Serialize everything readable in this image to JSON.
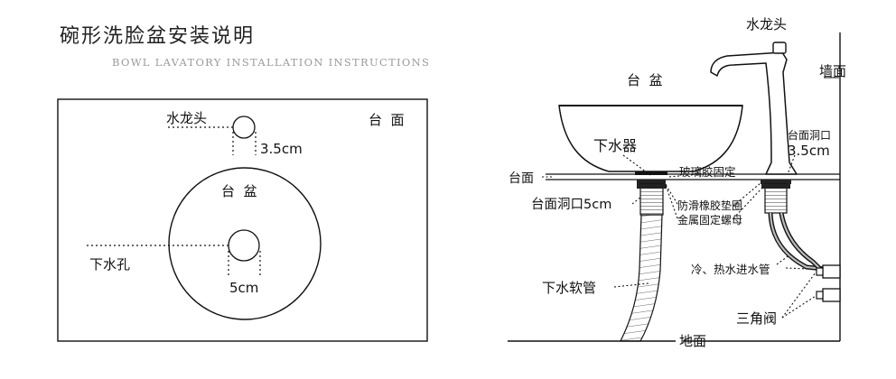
{
  "header": {
    "title": "碗形洗脸盆安装说明",
    "subtitle": "BOWL LAVATORY INSTALLATION INSTRUCTIONS"
  },
  "plan_view": {
    "faucet_label": "水龙头",
    "faucet_hole_size": "3.5cm",
    "counter_label": "台  面",
    "basin_label": "台  盆",
    "drain_label": "下水孔",
    "drain_hole_size": "5cm"
  },
  "section_view": {
    "faucet_label": "水龙头",
    "wall_label": "墙面",
    "basin_label": "台  盆",
    "counter_hole_label": "台面洞口",
    "counter_hole_size": "3.5cm",
    "drain_fitting_label": "下水器",
    "counter_label": "台面",
    "glue_label": "玻璃胶固定",
    "drain_hole_label": "台面洞口5cm",
    "gasket_label": "防滑橡胶垫圈",
    "nut_label": "金属固定螺母",
    "supply_pipe_label": "冷、热水进水管",
    "drain_hose_label": "下水软管",
    "angle_valve_label": "三角阀",
    "floor_label": "地面"
  }
}
